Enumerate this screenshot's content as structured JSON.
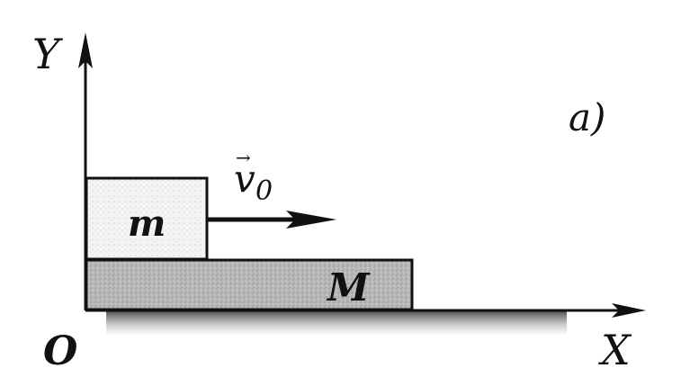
{
  "panel_label": "a)",
  "axes": {
    "x_label": "X",
    "y_label": "Y",
    "origin_label": "O"
  },
  "blocks": {
    "small_mass_label": "m",
    "large_mass_label": "M"
  },
  "velocity": {
    "symbol": "v",
    "subscript": "0",
    "vector_mark": "→"
  },
  "colors": {
    "ink": "#111111",
    "small_block_fill": "#f3f3f3",
    "large_block_fill": "#b7b7b7",
    "ground_shadow": "#6f6f6f"
  }
}
